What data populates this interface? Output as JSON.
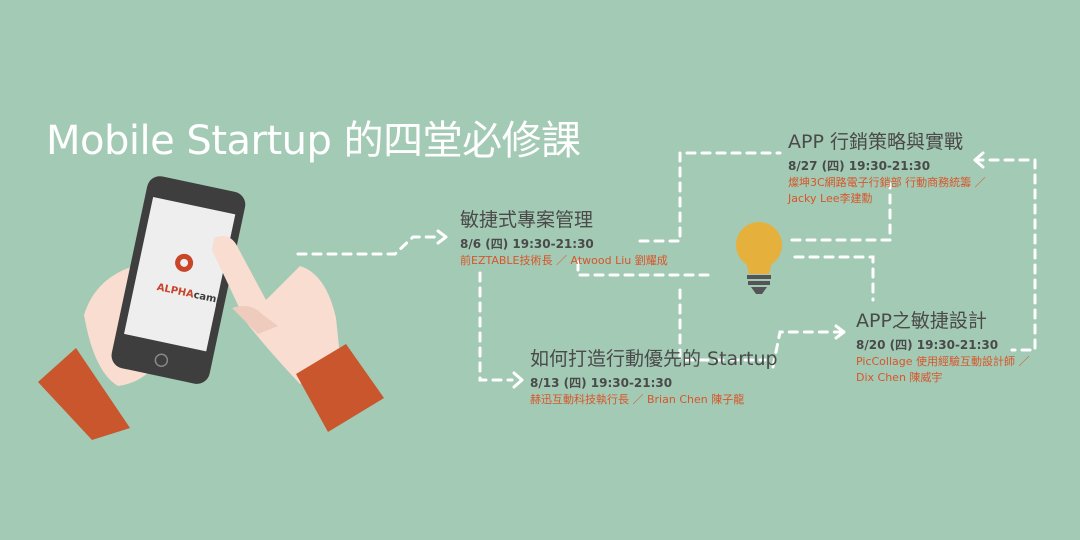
{
  "title": "Mobile Startup 的四堂必修課",
  "logo": {
    "alpha": "ALPHA",
    "camp": "camp"
  },
  "sessions": [
    {
      "title": "敏捷式專案管理",
      "date": "8/6 (四) 19:30-21:30",
      "speaker": "前EZTABLE技術長 ／ Atwood Liu 劉耀成"
    },
    {
      "title": "如何打造行動優先的 Startup",
      "date": "8/13 (四) 19:30-21:30",
      "speaker": "赫迅互動科技執行長 ／ Brian Chen 陳子龍"
    },
    {
      "title": "APP之敏捷設計",
      "date": "8/20 (四) 19:30-21:30",
      "speaker1": "PicCollage 使用經驗互動設計師 ／",
      "speaker2": "Dix Chen 陳威宇"
    },
    {
      "title": "APP 行銷策略與實戰",
      "date": "8/27 (四) 19:30-21:30",
      "speaker1": "燦坤3C網路電子行銷部 行動商務統籌 ／",
      "speaker2": "Jacky Lee李建勳"
    }
  ],
  "colors": {
    "background": "#a3cab4",
    "accent": "#d8552a",
    "bulb": "#e6b03d",
    "sleeve": "#c9562d",
    "skin": "#f8ddd0"
  },
  "icons": [
    "smartphone-icon",
    "lightbulb-icon",
    "hand-icon"
  ]
}
